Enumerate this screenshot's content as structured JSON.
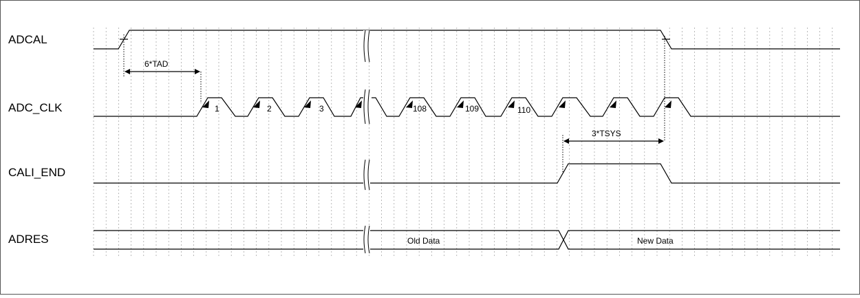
{
  "signals": {
    "adcal": "ADCAL",
    "adc_clk": "ADC_CLK",
    "cali_end": "CALI_END",
    "adres": "ADRES"
  },
  "clock_labels": [
    "1",
    "2",
    "3",
    "108",
    "109",
    "110"
  ],
  "annotations": {
    "tad": "6*TAD",
    "tsys": "3*TSYS"
  },
  "data_labels": {
    "old": "Old Data",
    "new": "New Data"
  }
}
